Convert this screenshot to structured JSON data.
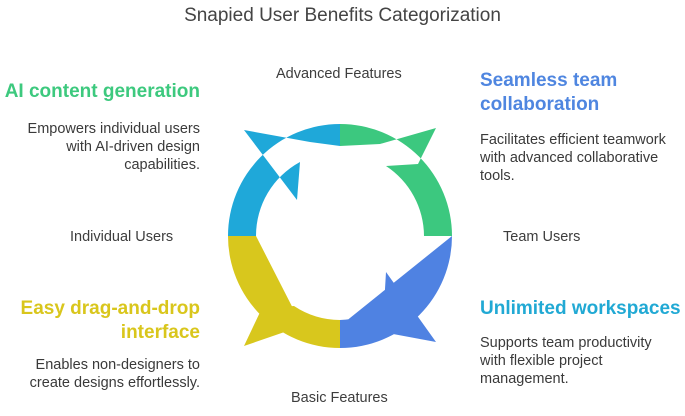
{
  "title": "Snapied User Benefits Categorization",
  "axes": {
    "top": "Advanced Features",
    "bottom": "Basic Features",
    "left": "Individual Users",
    "right": "Team Users"
  },
  "quadrants": {
    "top_left": {
      "title": "AI content generation",
      "description": "Empowers individual users with AI-driven design capabilities.",
      "color": "#3dc97e"
    },
    "top_right": {
      "title": "Seamless team collaboration",
      "description": "Facilitates efficient teamwork with advanced collaborative tools.",
      "color": "#4f86e0"
    },
    "bottom_left": {
      "title": "Easy drag-and-drop interface",
      "description": "Enables non-designers to create designs effortlessly.",
      "color": "#d9c61c"
    },
    "bottom_right": {
      "title": "Unlimited workspaces",
      "description": "Supports team productivity with flexible project management.",
      "color": "#21a9d4"
    }
  },
  "ring_colors": {
    "top_left": "#1fa8d9",
    "top_right": "#3cc87f",
    "bottom_right": "#4f82e2",
    "bottom_left": "#d8c71d"
  }
}
